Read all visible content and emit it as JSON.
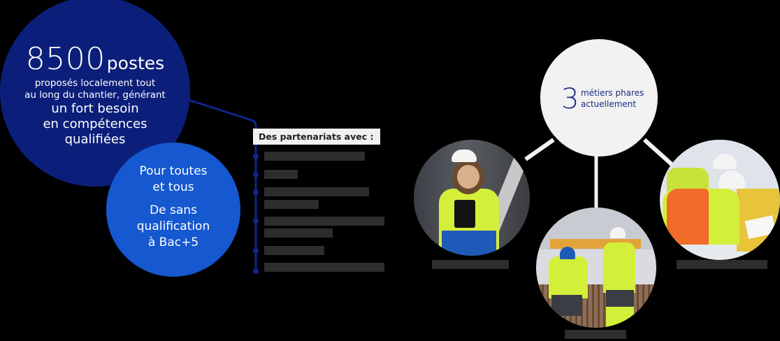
{
  "headline": {
    "number": "8500",
    "unit": "postes",
    "sub_lines": [
      "proposés localement tout",
      "au long du chantier, générant"
    ],
    "emphasis_lines": [
      "un fort besoin",
      "en compétences",
      "qualifiées"
    ]
  },
  "audience": {
    "lines_top": [
      "Pour toutes",
      "et tous"
    ],
    "lines_bottom": [
      "De sans",
      "qualification",
      "à Bac+5"
    ]
  },
  "partners": {
    "title": "Des partenariats avec :",
    "items": [
      {
        "label": "",
        "redacted": true
      },
      {
        "label": "",
        "redacted": true
      },
      {
        "label": "",
        "redacted": true
      },
      {
        "label": "",
        "redacted": true
      },
      {
        "label": "",
        "redacted": true
      },
      {
        "label": "",
        "redacted": true
      }
    ]
  },
  "metiers": {
    "number": "3",
    "lines": [
      "métiers phares",
      "actuellement"
    ]
  },
  "photos": [
    {
      "name": "worker-with-tablet",
      "caption": "",
      "caption_redacted": true
    },
    {
      "name": "workers-rebar",
      "caption": "",
      "caption_redacted": true
    },
    {
      "name": "workers-inspection",
      "caption": "",
      "caption_redacted": true
    }
  ],
  "colors": {
    "dark_blue": "#0b1f7a",
    "bright_blue": "#1558d0",
    "connector_blue": "#0d2688",
    "light_grey": "#f2f2f3",
    "background": "#000000"
  }
}
